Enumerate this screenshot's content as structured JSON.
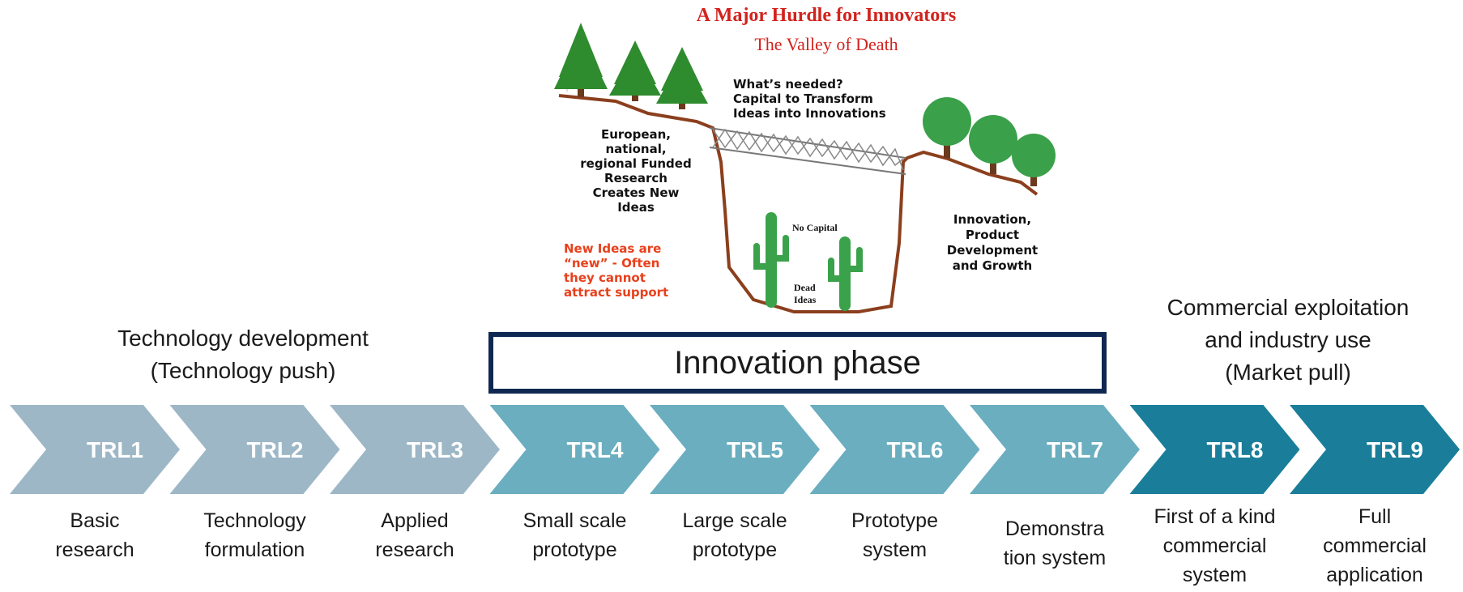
{
  "valley": {
    "title": "A Major Hurdle for Innovators",
    "subtitle": "The Valley of Death",
    "needed": [
      "What’s needed?",
      "Capital to Transform",
      "Ideas into Innovations"
    ],
    "funded": [
      "European,",
      "national,",
      "regional Funded",
      "Research",
      "Creates New",
      "Ideas"
    ],
    "new_ideas": [
      "New Ideas are",
      "“new” - Often",
      "they cannot",
      "attract support"
    ],
    "innovation_growth": [
      "Innovation,",
      "Product",
      "Development",
      "and Growth"
    ],
    "no_capital": "No Capital",
    "dead_ideas": [
      "Dead",
      "Ideas"
    ]
  },
  "phases": {
    "left": [
      "Technology development",
      "(Technology push)"
    ],
    "innovation": "Innovation phase",
    "right": [
      "Commercial exploitation",
      "and industry use",
      "(Market pull)"
    ]
  },
  "trl": [
    {
      "label": "TRL1",
      "desc": [
        "Basic",
        "research"
      ],
      "color": "#9db7c6"
    },
    {
      "label": "TRL2",
      "desc": [
        "Technology",
        "formulation"
      ],
      "color": "#9db7c6"
    },
    {
      "label": "TRL3",
      "desc": [
        "Applied",
        "research"
      ],
      "color": "#9db7c6"
    },
    {
      "label": "TRL4",
      "desc": [
        "Small scale",
        "prototype"
      ],
      "color": "#6aaebf"
    },
    {
      "label": "TRL5",
      "desc": [
        "Large scale",
        "prototype"
      ],
      "color": "#6aaebf"
    },
    {
      "label": "TRL6",
      "desc": [
        "Prototype",
        "system"
      ],
      "color": "#6aaebf"
    },
    {
      "label": "TRL7",
      "desc": [
        "Demonstra",
        "tion system"
      ],
      "color": "#6aaebf"
    },
    {
      "label": "TRL8",
      "desc": [
        "First of a kind",
        "commercial",
        "system"
      ],
      "color": "#1a7e9a"
    },
    {
      "label": "TRL9",
      "desc": [
        "Full",
        "commercial",
        "application"
      ],
      "color": "#1a7e9a"
    }
  ],
  "colors": {
    "valley_text_red": "#d2231d",
    "new_ideas_orange": "#e8401c",
    "box_border": "#0f2851",
    "ground_brown": "#8b3f1d",
    "tree_green": "#2e8b2e",
    "cactus_green": "#3aa24a"
  }
}
